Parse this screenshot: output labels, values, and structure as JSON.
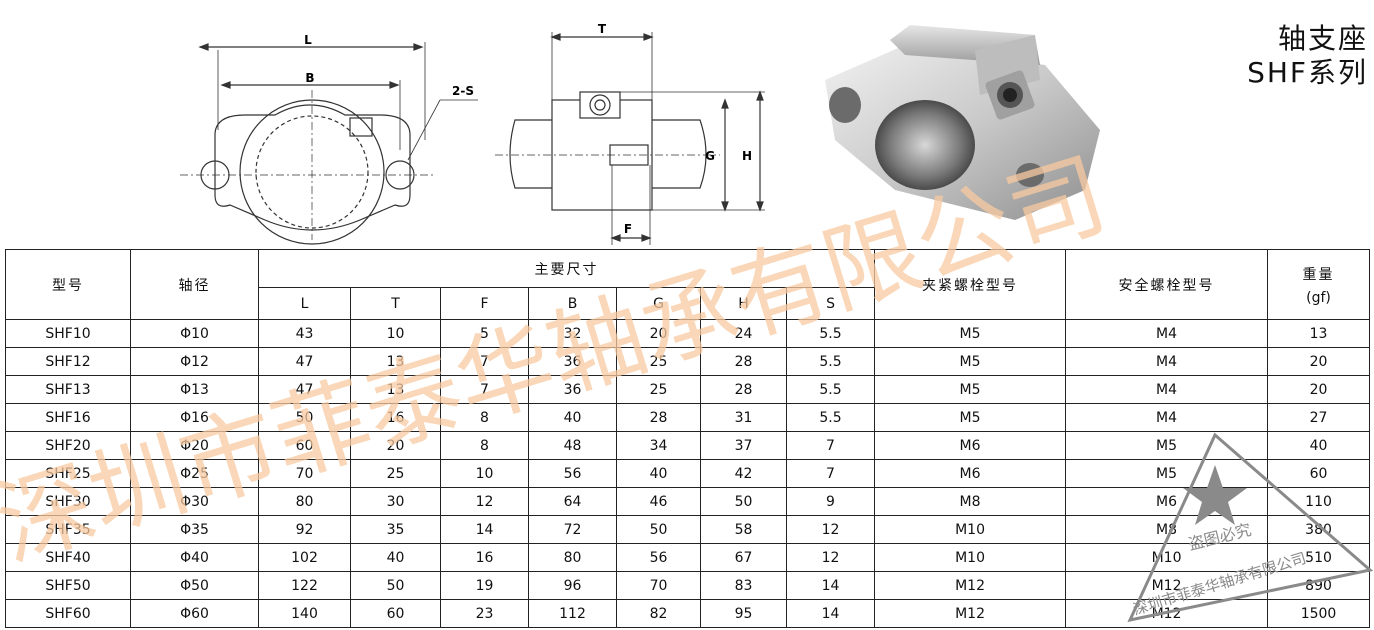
{
  "title": {
    "main": "轴支座",
    "sub": "SHF系列"
  },
  "drawing_labels": {
    "L": "L",
    "B": "B",
    "S": "2-S",
    "T": "T",
    "G": "G",
    "H": "H",
    "F": "F"
  },
  "table": {
    "header": {
      "model": "型号",
      "shaft": "轴径",
      "main_dims": "主要尺寸",
      "clamp_bolt": "夹紧螺栓型号",
      "safety_bolt": "安全螺栓型号",
      "weight": "重量",
      "weight_unit": "(gf)",
      "dims": [
        "L",
        "T",
        "F",
        "B",
        "G",
        "H",
        "S"
      ]
    },
    "rows": [
      [
        "SHF10",
        "Φ10",
        "43",
        "10",
        "5",
        "32",
        "20",
        "24",
        "5.5",
        "M5",
        "M4",
        "13"
      ],
      [
        "SHF12",
        "Φ12",
        "47",
        "13",
        "7",
        "36",
        "25",
        "28",
        "5.5",
        "M5",
        "M4",
        "20"
      ],
      [
        "SHF13",
        "Φ13",
        "47",
        "13",
        "7",
        "36",
        "25",
        "28",
        "5.5",
        "M5",
        "M4",
        "20"
      ],
      [
        "SHF16",
        "Φ16",
        "50",
        "16",
        "8",
        "40",
        "28",
        "31",
        "5.5",
        "M5",
        "M4",
        "27"
      ],
      [
        "SHF20",
        "Φ20",
        "60",
        "20",
        "8",
        "48",
        "34",
        "37",
        "7",
        "M6",
        "M5",
        "40"
      ],
      [
        "SHF25",
        "Φ25",
        "70",
        "25",
        "10",
        "56",
        "40",
        "42",
        "7",
        "M6",
        "M5",
        "60"
      ],
      [
        "SHF30",
        "Φ30",
        "80",
        "30",
        "12",
        "64",
        "46",
        "50",
        "9",
        "M8",
        "M6",
        "110"
      ],
      [
        "SHF35",
        "Φ35",
        "92",
        "35",
        "14",
        "72",
        "50",
        "58",
        "12",
        "M10",
        "M8",
        "380"
      ],
      [
        "SHF40",
        "Φ40",
        "102",
        "40",
        "16",
        "80",
        "56",
        "67",
        "12",
        "M10",
        "M10",
        "510"
      ],
      [
        "SHF50",
        "Φ50",
        "122",
        "50",
        "19",
        "96",
        "70",
        "83",
        "14",
        "M12",
        "M12",
        "890"
      ],
      [
        "SHF60",
        "Φ60",
        "140",
        "60",
        "23",
        "112",
        "82",
        "95",
        "14",
        "M12",
        "M12",
        "1500"
      ]
    ]
  },
  "watermark": {
    "text": "深圳市菲泰华轴承有限公司",
    "color": "#f7c9a0"
  },
  "seal": {
    "text1": "盗图必究",
    "text2": "深圳市菲泰华轴承有限公司",
    "color": "#8a8a8a"
  }
}
